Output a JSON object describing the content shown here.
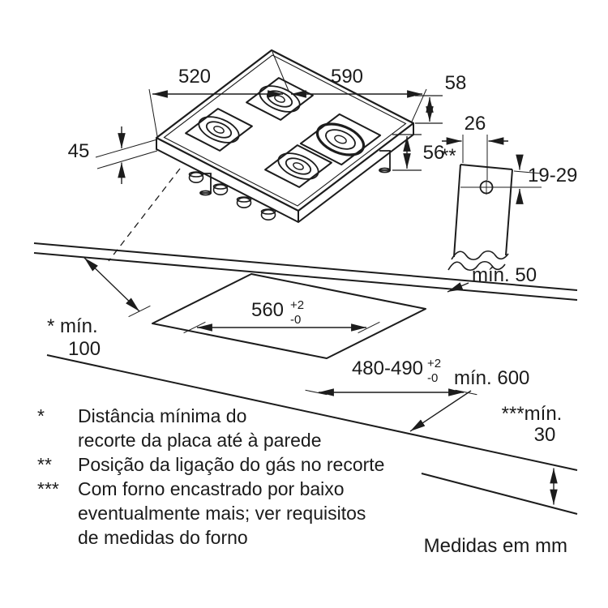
{
  "colors": {
    "line": "#1c1c1c",
    "background": "#ffffff"
  },
  "dimensions": {
    "hob_width": "590",
    "hob_depth": "520",
    "hob_height_total": "58",
    "hob_body_height": "56",
    "hob_build_in_depth": "45",
    "gas_hole_offset": "26",
    "gas_hole_range": "19-29",
    "gas_position_marker": "**",
    "cutout_width": "560",
    "cutout_width_tol_plus": "+2",
    "cutout_width_tol_minus": "-0",
    "cutout_depth": "480-490",
    "cutout_depth_tol_plus": "+2",
    "cutout_depth_tol_minus": "-0",
    "min_back_clearance": "mín. 50",
    "min_wall_clearance_label": "* mín.",
    "min_wall_clearance_value": "100",
    "min_worktop_depth": "mín. 600",
    "min_oven_clearance_label": "***mín.",
    "min_oven_clearance_value": "30"
  },
  "footnotes": [
    {
      "marker": "*",
      "lines": [
        "Distância mínima do",
        "recorte da placa até à parede"
      ]
    },
    {
      "marker": "**",
      "lines": [
        "Posição da ligação do gás no recorte"
      ]
    },
    {
      "marker": "***",
      "lines": [
        "Com forno encastrado por baixo",
        "eventualmente mais; ver requisitos",
        "de medidas do forno"
      ]
    }
  ],
  "units_note": "Medidas em mm"
}
